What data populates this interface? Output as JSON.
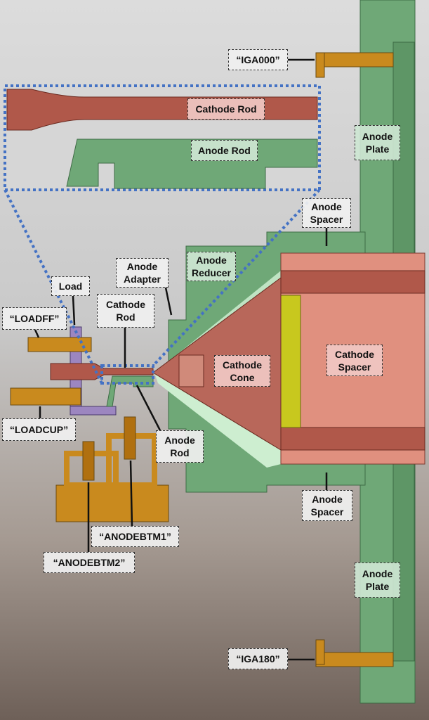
{
  "labels": {
    "iga000": "“IGA000”",
    "inset_cathode_rod": "Cathode Rod",
    "inset_anode_rod": "Anode Rod",
    "anode_plate_top": "Anode\nPlate",
    "anode_spacer_top": "Anode\nSpacer",
    "anode_reducer": "Anode\nReducer",
    "anode_adapter": "Anode\nAdapter",
    "load": "Load",
    "cathode_rod": "Cathode\nRod",
    "loadff": "“LOADFF”",
    "cathode_cone": "Cathode\nCone",
    "cathode_spacer": "Cathode\nSpacer",
    "loadcup": "“LOADCUP”",
    "anode_rod": "Anode\nRod",
    "anode_spacer_bottom": "Anode\nSpacer",
    "anodebtm1": "“ANODEBTM1”",
    "anodebtm2": "“ANODEBTM2”",
    "anode_plate_bottom": "Anode\nPlate",
    "iga180": "“IGA180”"
  },
  "colors": {
    "anode_green": "#6fa877",
    "cathode_copper": "#c98070",
    "load_purple": "#9c86c0",
    "connector_gold": "#c98a1e",
    "inset_border": "#4472c4"
  }
}
